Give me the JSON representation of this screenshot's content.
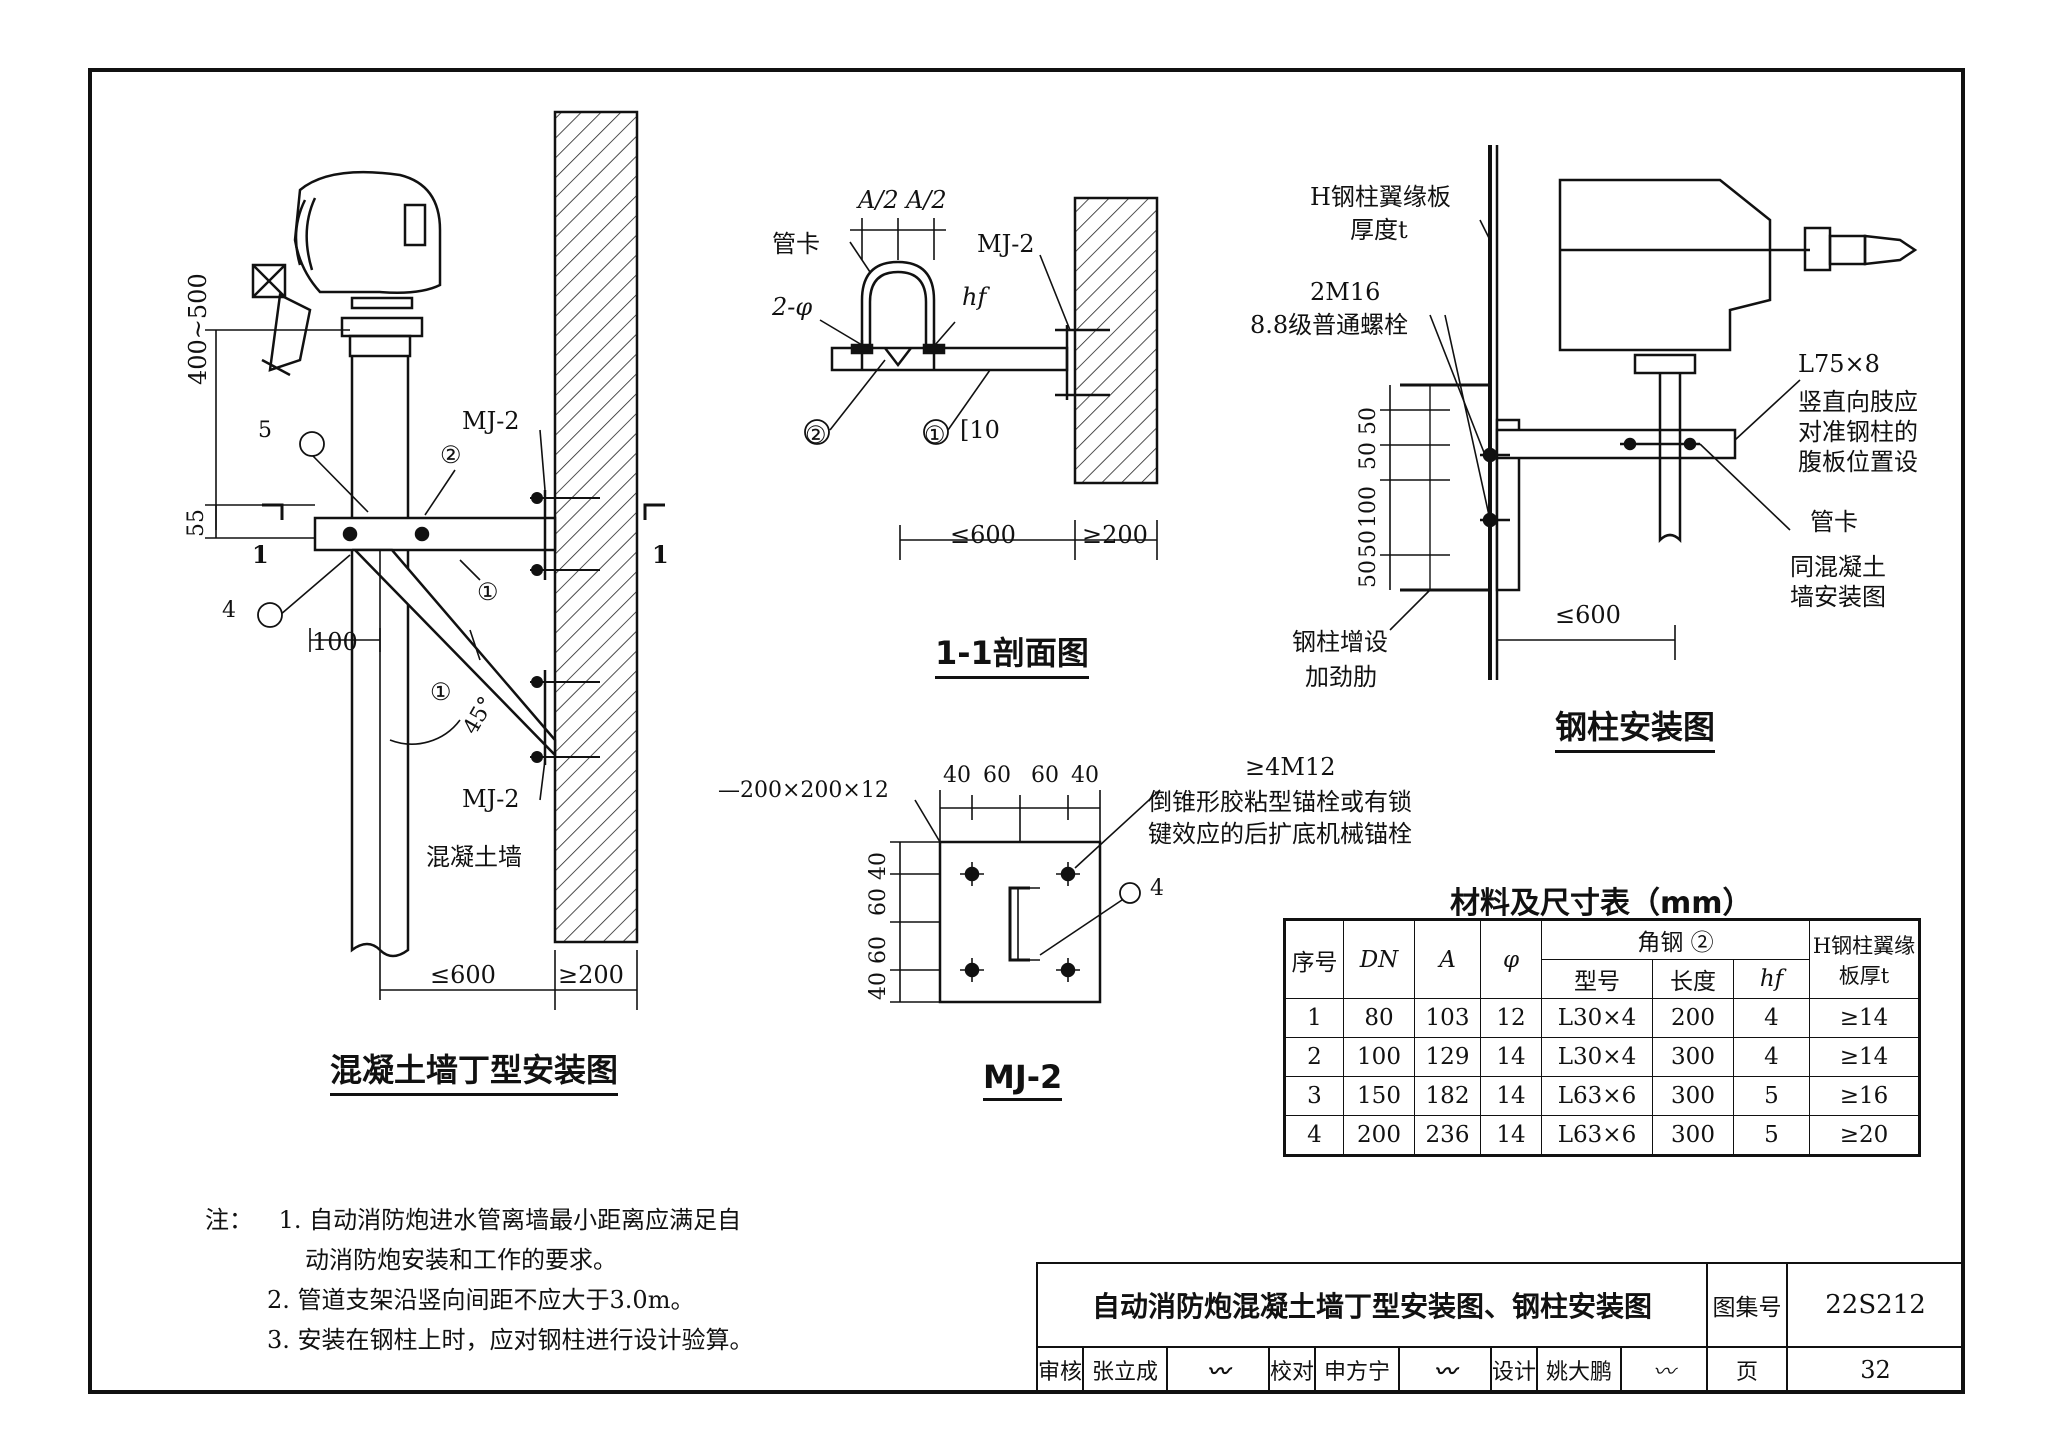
{
  "left_view": {
    "title": "混凝土墙丁型安装图",
    "labels": {
      "mj2_top": "MJ-2",
      "mj2_bottom": "MJ-2",
      "wall": "混凝土墙",
      "dim_height": "400~500",
      "dim_55": "55",
      "dim_100": "100",
      "dim_600": "≤600",
      "dim_200": "≥200",
      "angle": "45°",
      "callout_1": "①",
      "callout_1b": "①",
      "callout_2": "②",
      "weld_5": "5",
      "weld_4": "4",
      "section_left": "1",
      "section_right": "1"
    }
  },
  "section_view": {
    "title": "1-1剖面图",
    "labels": {
      "a_half_left": "A/2",
      "a_half_right": "A/2",
      "clamp": "管卡",
      "holes": "2-φ",
      "hf": "hf",
      "mj2": "MJ-2",
      "callout_2": "②",
      "callout_1": "①",
      "channel": "[10",
      "dim_600": "≤600",
      "dim_200": "≥200"
    }
  },
  "steel_view": {
    "title": "钢柱安装图",
    "labels": {
      "flange": "H钢柱翼缘板",
      "thickness": "厚度t",
      "bolt": "2M16",
      "bolt_grade": "8.8级普通螺栓",
      "angle_steel": "L75×8",
      "note_line1": "竖直向肢应",
      "note_line2": "对准钢柱的",
      "note_line3": "腹板位置设",
      "clamp": "管卡",
      "same_line1": "同混凝土",
      "same_line2": "墙安装图",
      "stiffener_line1": "钢柱增设",
      "stiffener_line2": "加劲肋",
      "dim_600": "≤600",
      "dims_vertical": [
        "50",
        "50",
        "100",
        "50",
        "50"
      ]
    }
  },
  "mj2_view": {
    "title": "MJ-2",
    "labels": {
      "plate": "—200×200×12",
      "top_dims": [
        "40",
        "60",
        "60",
        "40"
      ],
      "side_dims": [
        "40",
        "60",
        "60",
        "40"
      ],
      "anchor": "≥4M12",
      "anchor_desc1": "倒锥形胶粘型锚栓或有锁",
      "anchor_desc2": "键效应的后扩底机械锚栓",
      "weld_4": "4"
    }
  },
  "table": {
    "title": "材料及尺寸表（mm）",
    "headers": {
      "no": "序号",
      "dn": "DN",
      "a": "A",
      "phi": "φ",
      "angle": "角钢 ②",
      "type": "型号",
      "length": "长度",
      "hf": "hf",
      "flange_t": "H钢柱翼缘板厚t"
    },
    "rows": [
      [
        "1",
        "80",
        "103",
        "12",
        "L30×4",
        "200",
        "4",
        "≥14"
      ],
      [
        "2",
        "100",
        "129",
        "14",
        "L30×4",
        "300",
        "4",
        "≥14"
      ],
      [
        "3",
        "150",
        "182",
        "14",
        "L63×6",
        "300",
        "5",
        "≥16"
      ],
      [
        "4",
        "200",
        "236",
        "14",
        "L63×6",
        "300",
        "5",
        "≥20"
      ]
    ]
  },
  "notes": {
    "prefix": "注：",
    "items": [
      "1. 自动消防炮进水管离墙最小距离应满足自",
      "动消防炮安装和工作的要求。",
      "2. 管道支架沿竖向间距不应大于3.0m。",
      "3. 安装在钢柱上时，应对钢柱进行设计验算。"
    ]
  },
  "title_block": {
    "drawing_title": "自动消防炮混凝土墙丁型安装图、钢柱安装图",
    "atlas_label": "图集号",
    "atlas_no": "22S212",
    "review_label": "审核",
    "reviewer": "张立成",
    "check_label": "校对",
    "checker": "申方宁",
    "design_label": "设计",
    "designer": "姚大鹏",
    "page_label": "页",
    "page_no": "32"
  }
}
